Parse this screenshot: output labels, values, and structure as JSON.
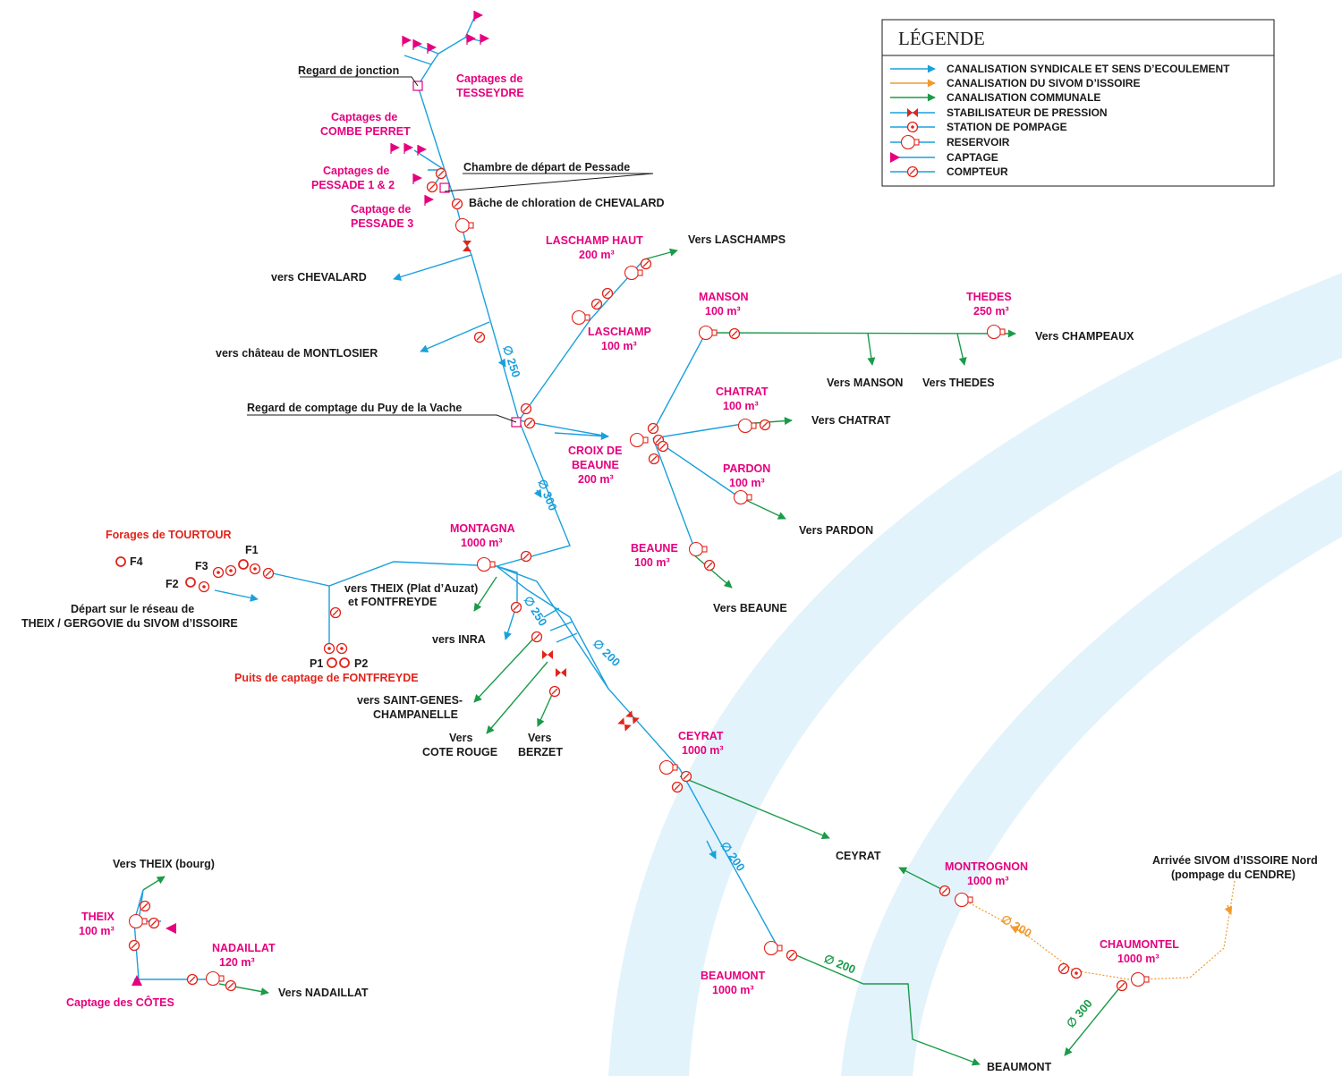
{
  "legend": {
    "title": "LÉGENDE",
    "items": [
      {
        "label": "CANALISATION SYNDICALE ET SENS D’ECOULEMENT",
        "symbol": "blue-arrow-line",
        "color": "#1aa0dc"
      },
      {
        "label": "CANALISATION DU SIVOM D’ISSOIRE",
        "symbol": "orange-arrow-line",
        "color": "#f29a2e"
      },
      {
        "label": "CANALISATION COMMUNALE",
        "symbol": "green-arrow-line",
        "color": "#1a9b48"
      },
      {
        "label": "STABILISATEUR DE PRESSION",
        "symbol": "pressure-stabilizer",
        "color": "#e2231a"
      },
      {
        "label": "STATION DE POMPAGE",
        "symbol": "pumping-station",
        "color": "#e2231a"
      },
      {
        "label": "RESERVOIR",
        "symbol": "reservoir",
        "color": "#e2231a"
      },
      {
        "label": "CAPTAGE",
        "symbol": "captage-flag",
        "color": "#e6007e"
      },
      {
        "label": "COMPTEUR",
        "symbol": "meter",
        "color": "#e2231a"
      }
    ]
  },
  "colors": {
    "syndicale": "#1aa0dc",
    "sivom": "#f29a2e",
    "communale": "#1a9b48",
    "equipment": "#e2231a",
    "captage": "#e6007e",
    "text": "#1a1a1a",
    "background_arcs": "#e3f3fb"
  },
  "labels": {
    "regard_jonction": "Regard de jonction",
    "captages_tesseydre": [
      "Captages de",
      "TESSEYDRE"
    ],
    "captages_combe_perret": [
      "Captages de",
      "COMBE PERRET"
    ],
    "chambre_pessade": "Chambre de départ de Pessade",
    "captages_pessade12": [
      "Captages de",
      "PESSADE 1 & 2"
    ],
    "bache_chevalard": "Bâche de chloration de CHEVALARD",
    "captage_pessade3": [
      "Captage de",
      "PESSADE 3"
    ],
    "vers_chevalard": "vers CHEVALARD",
    "vers_montlosier": "vers château de MONTLOSIER",
    "regard_puy_vache": "Regard de comptage du Puy de la Vache",
    "laschamp_haut": [
      "LASCHAMP HAUT",
      "200 m³"
    ],
    "vers_laschamps": "Vers LASCHAMPS",
    "laschamp": [
      "LASCHAMP",
      "100 m³"
    ],
    "manson": [
      "MANSON",
      "100 m³"
    ],
    "thedes": [
      "THEDES",
      "250 m³"
    ],
    "vers_champeaux": "Vers CHAMPEAUX",
    "vers_manson": "Vers MANSON",
    "vers_thedes": "Vers THEDES",
    "chatrat": [
      "CHATRAT",
      "100 m³"
    ],
    "vers_chatrat": "Vers CHATRAT",
    "croix_beaune": [
      "CROIX DE",
      "BEAUNE",
      "200 m³"
    ],
    "pardon": [
      "PARDON",
      "100 m³"
    ],
    "vers_pardon": "Vers PARDON",
    "beaune": [
      "BEAUNE",
      "100 m³"
    ],
    "vers_beaune": "Vers BEAUNE",
    "forages_tourtour": "Forages de TOURTOUR",
    "f1": "F1",
    "f2": "F2",
    "f3": "F3",
    "f4": "F4",
    "depart_theix": [
      "Départ sur le réseau de",
      "THEIX / GERGOVIE du SIVOM d’ISSOIRE"
    ],
    "montagna": [
      "MONTAGNA",
      "1000 m³"
    ],
    "vers_theix_plat": [
      "vers THEIX (Plat d’Auzat)",
      "et FONTFREYDE"
    ],
    "vers_inra": "vers INRA",
    "p1": "P1",
    "p2": "P2",
    "puits_fontfreyde": "Puits de captage de FONTFREYDE",
    "vers_saint_genes": [
      "vers SAINT-GENES-",
      "CHAMPANELLE"
    ],
    "vers_cote_rouge": [
      "Vers",
      "COTE ROUGE"
    ],
    "vers_berzet": [
      "Vers",
      "BERZET"
    ],
    "ceyrat_res": [
      "CEYRAT",
      "1000 m³"
    ],
    "ceyrat_town": "CEYRAT",
    "montrognon": [
      "MONTROGNON",
      "1000 m³"
    ],
    "arrivee_sivom": [
      "Arrivée SIVOM d’ISSOIRE Nord",
      "(pompage du CENDRE)"
    ],
    "chaumontel": [
      "CHAUMONTEL",
      "1000 m³"
    ],
    "beaumont_res": [
      "BEAUMONT",
      "1000 m³"
    ],
    "beaumont_town": "BEAUMONT",
    "vers_theix_bourg": "Vers THEIX (bourg)",
    "theix": [
      "THEIX",
      "100 m³"
    ],
    "nadaillat": [
      "NADAILLAT",
      "120 m³"
    ],
    "vers_nadaillat": "Vers NADAILLAT",
    "captage_cotes": "Captage des CÔTES"
  },
  "diameters": {
    "d250_main": "∅ 250",
    "d300_main": "∅ 300",
    "d250_branch": "∅ 250",
    "d200_branch": "∅ 200",
    "d200_ceyrat": "∅ 200",
    "d200_beaumont": "∅ 200",
    "d200_sivom": "∅ 200",
    "d300_chaumontel": "∅ 300"
  }
}
